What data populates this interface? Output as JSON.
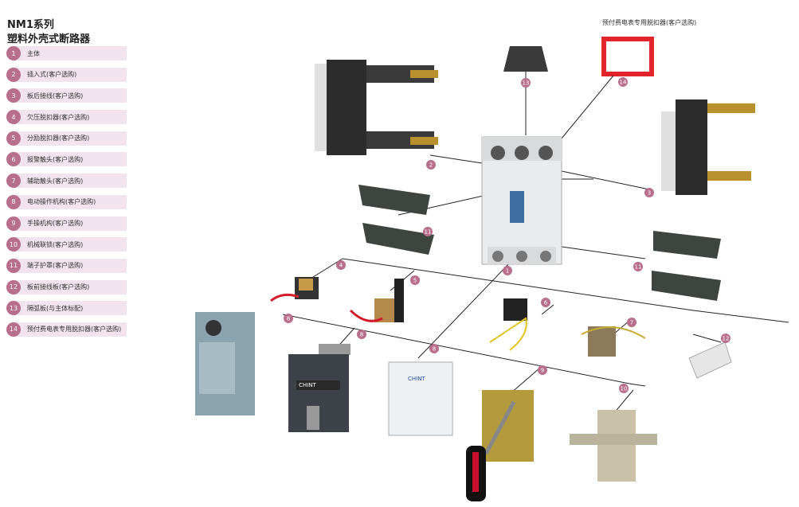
{
  "title_line1": "NM1系列",
  "title_line2": "塑料外壳式断路器",
  "legend": [
    {
      "num": "1",
      "label": "主体"
    },
    {
      "num": "2",
      "label": "插入式(客户选购)"
    },
    {
      "num": "3",
      "label": "板后接线(客户选购)"
    },
    {
      "num": "4",
      "label": "欠压脱扣器(客户选购)"
    },
    {
      "num": "5",
      "label": "分励脱扣器(客户选购)"
    },
    {
      "num": "6",
      "label": "报警触头(客户选购)"
    },
    {
      "num": "7",
      "label": "辅助触头(客户选购)"
    },
    {
      "num": "8",
      "label": "电动操作机构(客户选购)"
    },
    {
      "num": "9",
      "label": "手操机构(客户选购)"
    },
    {
      "num": "10",
      "label": "机械联锁(客户选购)"
    },
    {
      "num": "11",
      "label": "端子护罩(客户选购)"
    },
    {
      "num": "12",
      "label": "板前接线板(客户选购)"
    },
    {
      "num": "13",
      "label": "隔弧板(与主体标配)"
    },
    {
      "num": "14",
      "label": "预付费电表专用脱扣器(客户选购)"
    }
  ],
  "prepaid_note": "预付费电表专用脱扣器(客户选购)",
  "brand_label": "CHINT",
  "colors": {
    "badge": "#b86f8c",
    "row_bg": "#f1e4ee",
    "highlight": "#e3232b"
  }
}
